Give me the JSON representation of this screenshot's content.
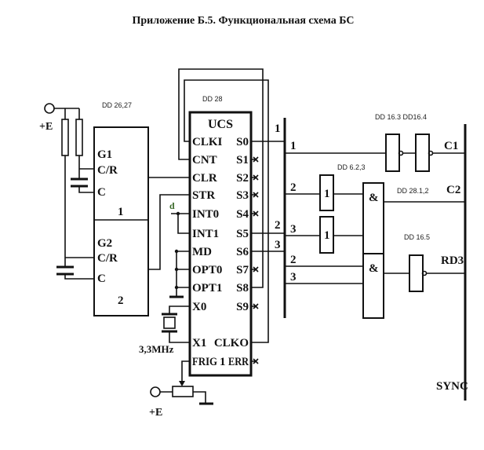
{
  "title": "Приложение Б.5.  Функциональная схема БС",
  "gen_block": {
    "ref": "DD 26,27",
    "g1": {
      "name": "G1",
      "pins": [
        "C/R",
        "C"
      ],
      "num": "1"
    },
    "g2": {
      "name": "G2",
      "pins": [
        "C/R",
        "C"
      ],
      "num": "2"
    },
    "supply": "+E"
  },
  "ucs": {
    "ref": "DD 28",
    "name": "UCS",
    "left_pins": [
      "CLKI",
      "CNT",
      "CLR",
      "STR",
      "INT0",
      "INT1",
      "MD",
      "OPT0",
      "OPT1",
      "X0",
      "X1",
      "FRIG"
    ],
    "right_pins": [
      "S0",
      "S1",
      "S2",
      "S3",
      "S4",
      "S5",
      "S6",
      "S7",
      "S8",
      "S9",
      "CLKO",
      "ERR"
    ],
    "frig_num": "1",
    "marker": "d",
    "crystal": "3,3MHz",
    "supply": "+E"
  },
  "bus_labels": {
    "s0": "1",
    "s5": "2",
    "s6": "3",
    "r1": "1",
    "r2": "2",
    "r3": "3",
    "r4": "2",
    "r5": "3"
  },
  "gates": {
    "not_ref": "DD 16.3 DD16.4",
    "or_ref": "DD 6.2,3",
    "or_symbol": "1",
    "and_ref": "DD 28.1,2",
    "and_symbol": "&",
    "not2_ref": "DD 16.5"
  },
  "outputs": [
    "C1",
    "C2",
    "RD3",
    "SYNC"
  ]
}
